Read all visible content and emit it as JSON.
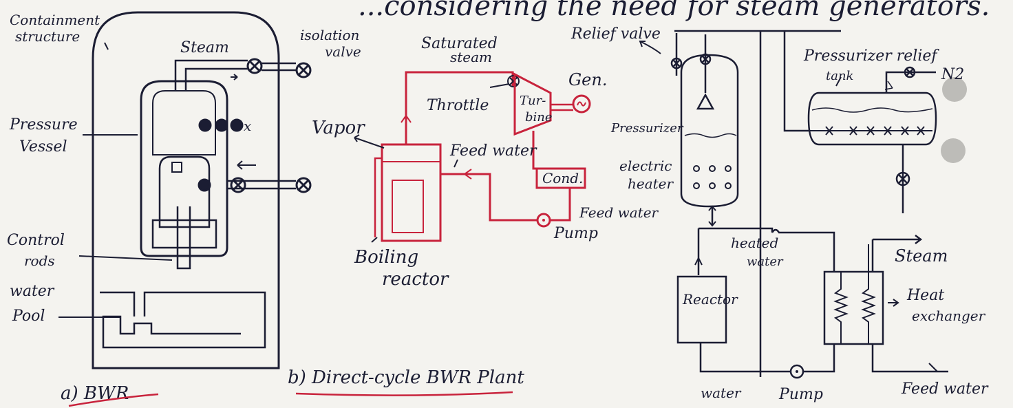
{
  "header": {
    "text": "...considering the need for steam generators."
  },
  "panel_a": {
    "caption": "a) BWR",
    "labels": {
      "containment": "Containment",
      "structure": "structure",
      "steam": "Steam",
      "isolation": "isolation",
      "valve": "valve",
      "pressure": "Pressure",
      "vessel": "Vessel",
      "control": "Control",
      "rods": "rods",
      "water": "water",
      "pool": "Pool",
      "x_mark": "x"
    }
  },
  "panel_b": {
    "caption": "b) Direct-cycle BWR Plant",
    "labels": {
      "saturated": "Saturated",
      "steam": "steam",
      "throttle": "Throttle",
      "turbine_1": "Tur-",
      "turbine_2": "bine",
      "generator": "Gen.",
      "vapor": "Vapor",
      "feedwater_top": "Feed water",
      "condenser": "Cond.",
      "feedwater_right": "Feed water",
      "pump": "Pump",
      "boiling": "Boiling",
      "reactor": "reactor"
    }
  },
  "panel_c": {
    "labels": {
      "relief_valve": "Relief valve",
      "pressurizer_relief": "Pressurizer relief",
      "tank": "tank",
      "n2": "N2",
      "pressurizer": "Pressurizer",
      "electric": "electric",
      "heater": "heater",
      "heated": "heated",
      "water_mid": "water",
      "steam": "Steam",
      "reactor": "Reactor",
      "heat": "Heat",
      "exchanger": "exchanger",
      "water_bottom": "water",
      "pump": "Pump",
      "feedwater": "Feed water"
    }
  }
}
